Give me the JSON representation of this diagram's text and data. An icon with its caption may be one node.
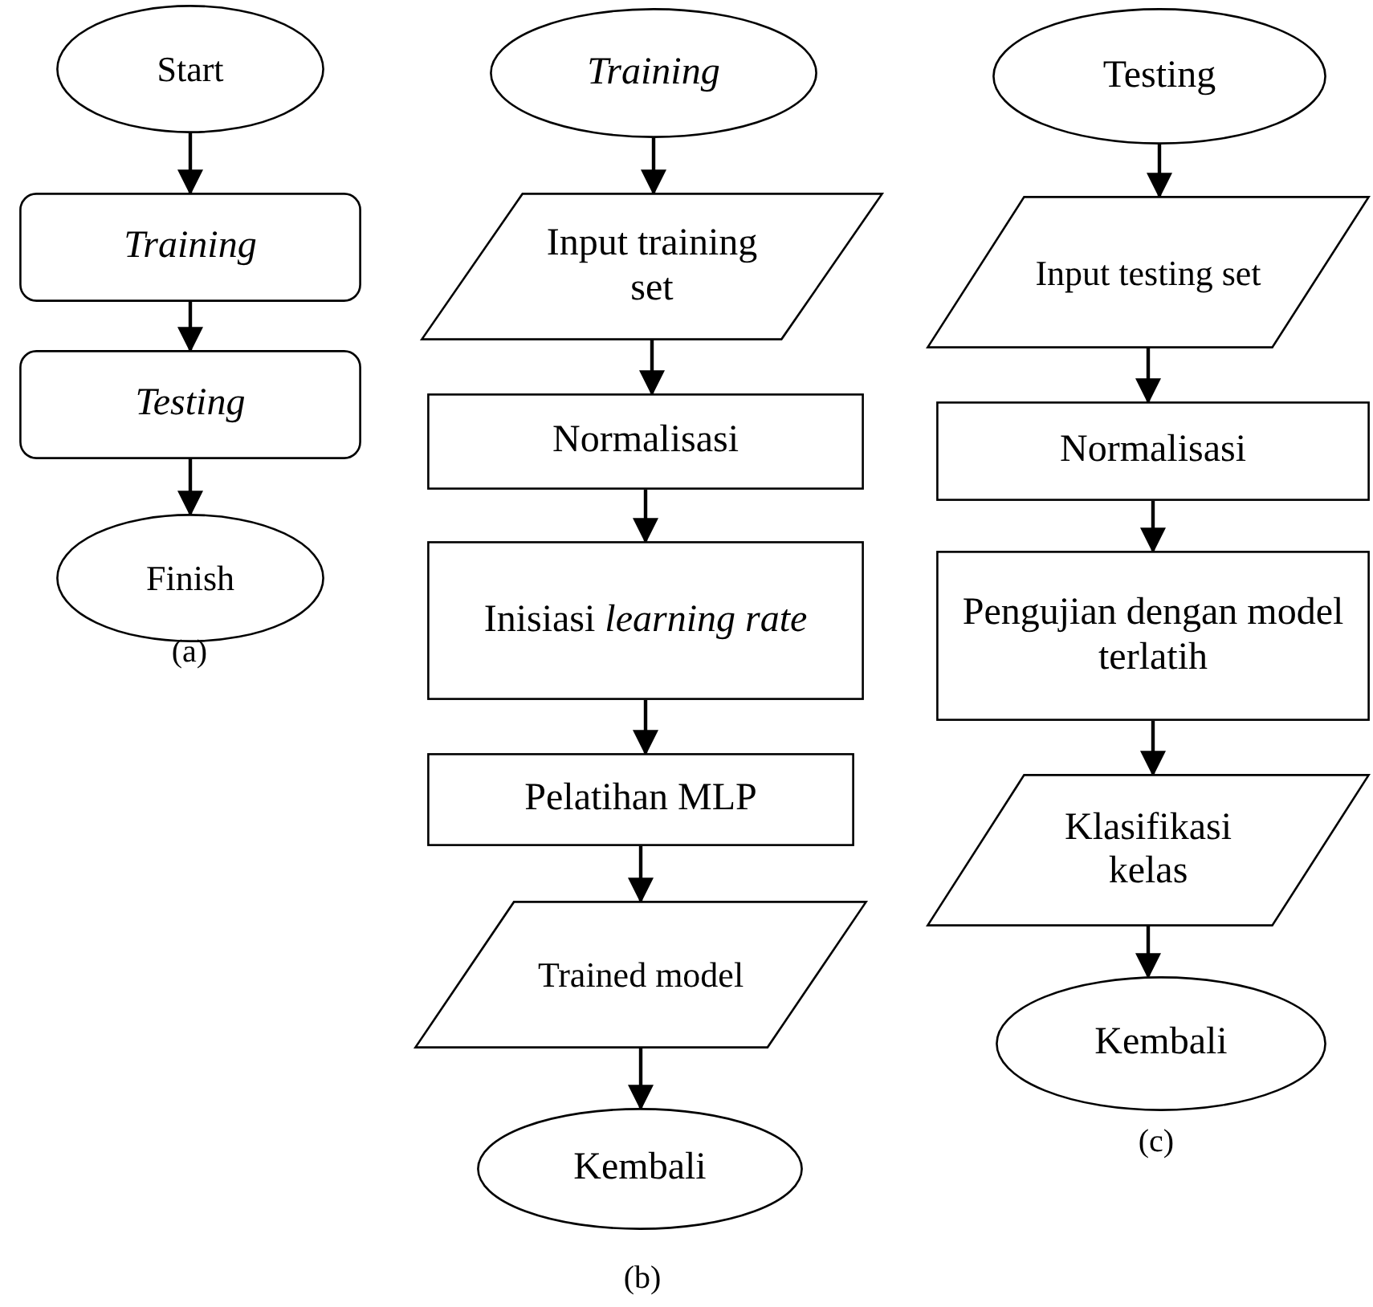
{
  "diagram": {
    "nodes": [
      {
        "text": [
          "Start"
        ]
      },
      {
        "text": [
          "Training"
        ]
      },
      {
        "text": [
          "Testing"
        ]
      },
      {
        "text": [
          "Finish"
        ]
      },
      {
        "text": [
          "Training"
        ]
      },
      {
        "text": [
          "Input training set"
        ]
      },
      {
        "text": [
          "Normalisasi"
        ]
      },
      {
        "text": [
          "Inisiasi *learning rate*"
        ]
      },
      {
        "text": [
          "Pelatihan MLP"
        ]
      },
      {
        "text": [
          "Trained model"
        ]
      },
      {
        "text": [
          "Kembali"
        ]
      },
      {
        "text": [
          "Testing"
        ]
      },
      {
        "text": [
          "Input testing set"
        ]
      },
      {
        "text": [
          "Normalisasi"
        ]
      },
      {
        "text": [
          "Pengujian dengan model terlatih"
        ]
      },
      {
        "text": [
          "Klasifikasi kelas"
        ]
      },
      {
        "text": [
          "Kembali"
        ]
      }
    ],
    "edges": [
      {
        "from": 0,
        "to": 1,
        "arrow": "to"
      },
      {
        "from": 1,
        "to": 2,
        "arrow": "to"
      },
      {
        "from": 2,
        "to": 3,
        "arrow": "to"
      },
      {
        "from": 4,
        "to": 5,
        "arrow": "to"
      },
      {
        "from": 5,
        "to": 6,
        "arrow": "to"
      },
      {
        "from": 6,
        "to": 7,
        "arrow": "to"
      },
      {
        "from": 7,
        "to": 8,
        "arrow": "to"
      },
      {
        "from": 8,
        "to": 9,
        "arrow": "to"
      },
      {
        "from": 9,
        "to": 10,
        "arrow": "to"
      },
      {
        "from": 11,
        "to": 12,
        "arrow": "to"
      },
      {
        "from": 12,
        "to": 13,
        "arrow": "to"
      },
      {
        "from": 13,
        "to": 14,
        "arrow": "to"
      },
      {
        "from": 14,
        "to": 15,
        "arrow": "to"
      },
      {
        "from": 15,
        "to": 16,
        "arrow": "to"
      }
    ],
    "labels": [
      "(a)",
      "(b)",
      "(c)"
    ]
  }
}
